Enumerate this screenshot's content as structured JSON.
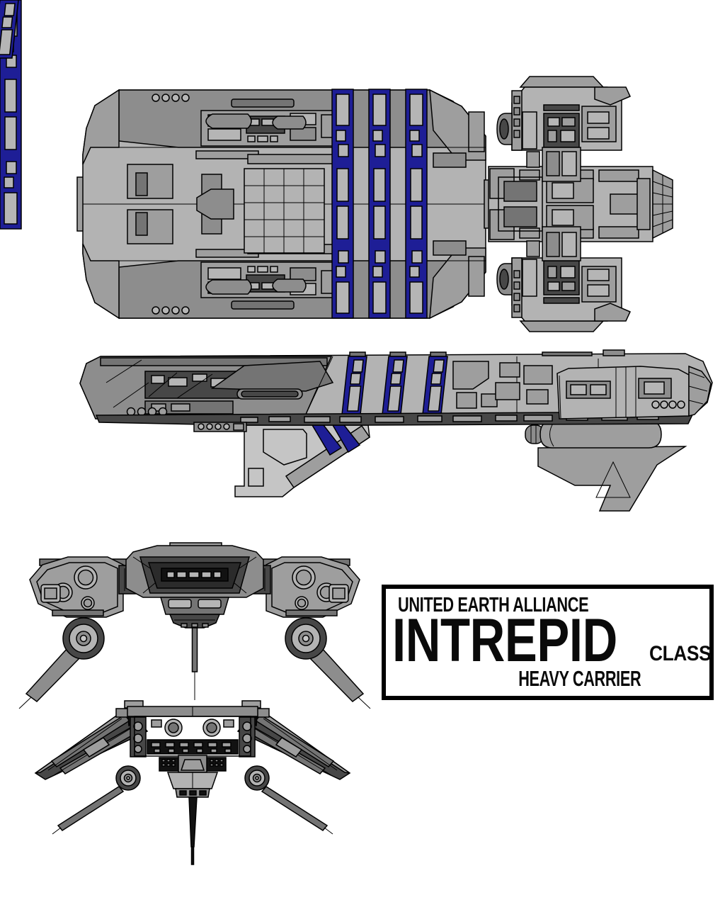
{
  "title_plate": {
    "faction": "UNITED EARTH ALLIANCE",
    "ship_name": "INTREPID",
    "class_suffix": "CLASS",
    "ship_type": "HEAVY CARRIER"
  },
  "palette": {
    "background": "#ffffff",
    "outline": "#000000",
    "hull_xlight": "#c5c5c5",
    "hull_light": "#b3b3b3",
    "hull_mid": "#9e9e9e",
    "hull_dark": "#8d8d8d",
    "hull_darker": "#747474",
    "hull_shadow": "#474747",
    "greeble_dark": "#2b2b2b",
    "ink": "#121212",
    "accent_blue": "#1e1e96",
    "window_gray": "#b5b5b5"
  }
}
